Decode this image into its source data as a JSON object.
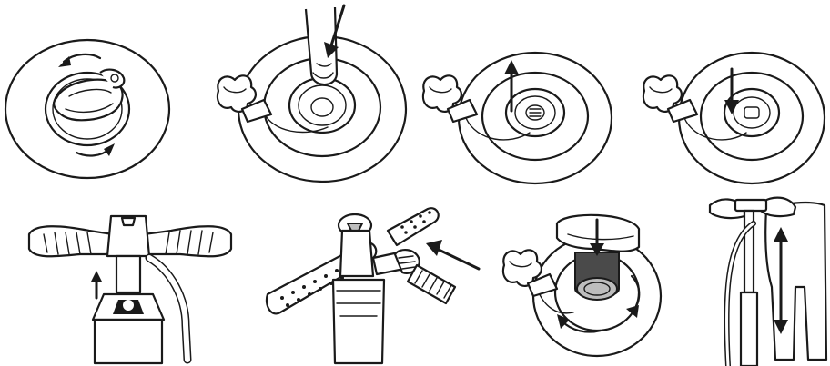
{
  "illustration": {
    "panels": [
      {
        "id": "step-1",
        "action": "rotate-valve-cap"
      },
      {
        "id": "step-2",
        "action": "press-valve-pin"
      },
      {
        "id": "step-3",
        "action": "valve-pin-up"
      },
      {
        "id": "step-4",
        "action": "valve-pin-down"
      },
      {
        "id": "step-5",
        "action": "attach-hose-to-pump-base"
      },
      {
        "id": "step-6",
        "action": "connect-hose-to-pump-head"
      },
      {
        "id": "step-7",
        "action": "insert-and-twist-hose-into-valve"
      },
      {
        "id": "step-8",
        "action": "pump-handle-up-down"
      }
    ],
    "colors": {
      "line": "#1a1a1a",
      "background": "#ffffff",
      "shade": "#bdbdbd",
      "dark": "#4a4a4a"
    }
  }
}
